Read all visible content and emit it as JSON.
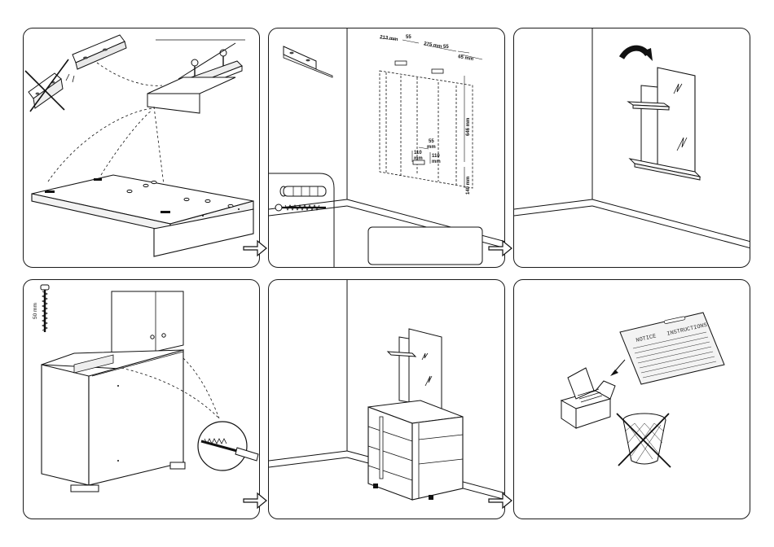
{
  "step2": {
    "dim_213": "213 mm",
    "dim_55a": "55",
    "dim_275": "275 mm",
    "dim_55b": "55",
    "dim_65": "65 mm",
    "dim_646": "646 mm",
    "dim_55c": "55",
    "dim_mm_c": "mm",
    "dim_110a": "110",
    "dim_mm_a": "mm",
    "dim_110b": "110",
    "dim_mm_b": "mm",
    "dim_140": "140 mm"
  },
  "step4": {
    "screw_length": "50 mm"
  },
  "step6": {
    "notice_label": "NOTICE",
    "instructions_label": "INSTRUCTIONS"
  }
}
